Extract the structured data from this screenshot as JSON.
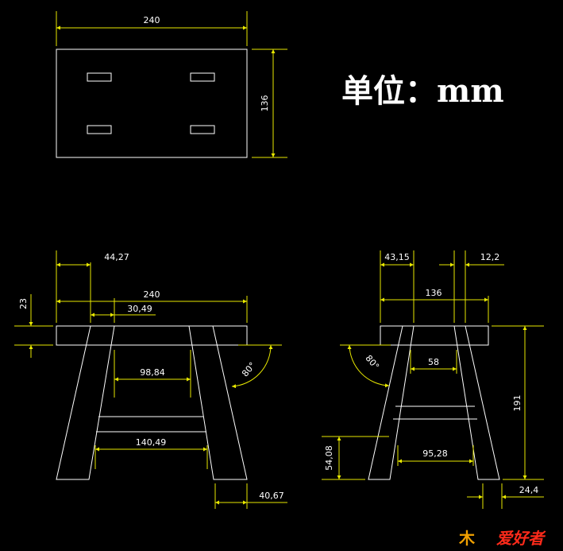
{
  "unit_label": "单位：mm",
  "watermark": {
    "icon": "木",
    "text": "爱好者"
  },
  "top_view": {
    "width": "240",
    "depth": "136"
  },
  "front_view": {
    "leg_offset": "44,27",
    "overall_width": "240",
    "leg_inset": "30,49",
    "seat_thickness": "23",
    "gap_top": "98,84",
    "angle": "80°",
    "gap_bottom": "140,49",
    "leg_foot": "40,67"
  },
  "side_view": {
    "leg_offset": "43,15",
    "tenon": "12,2",
    "overall_depth": "136",
    "angle": "80°",
    "gap_top": "58",
    "height": "191",
    "stretcher_height": "54,08",
    "gap_bottom": "95,28",
    "leg_foot": "24,4"
  }
}
